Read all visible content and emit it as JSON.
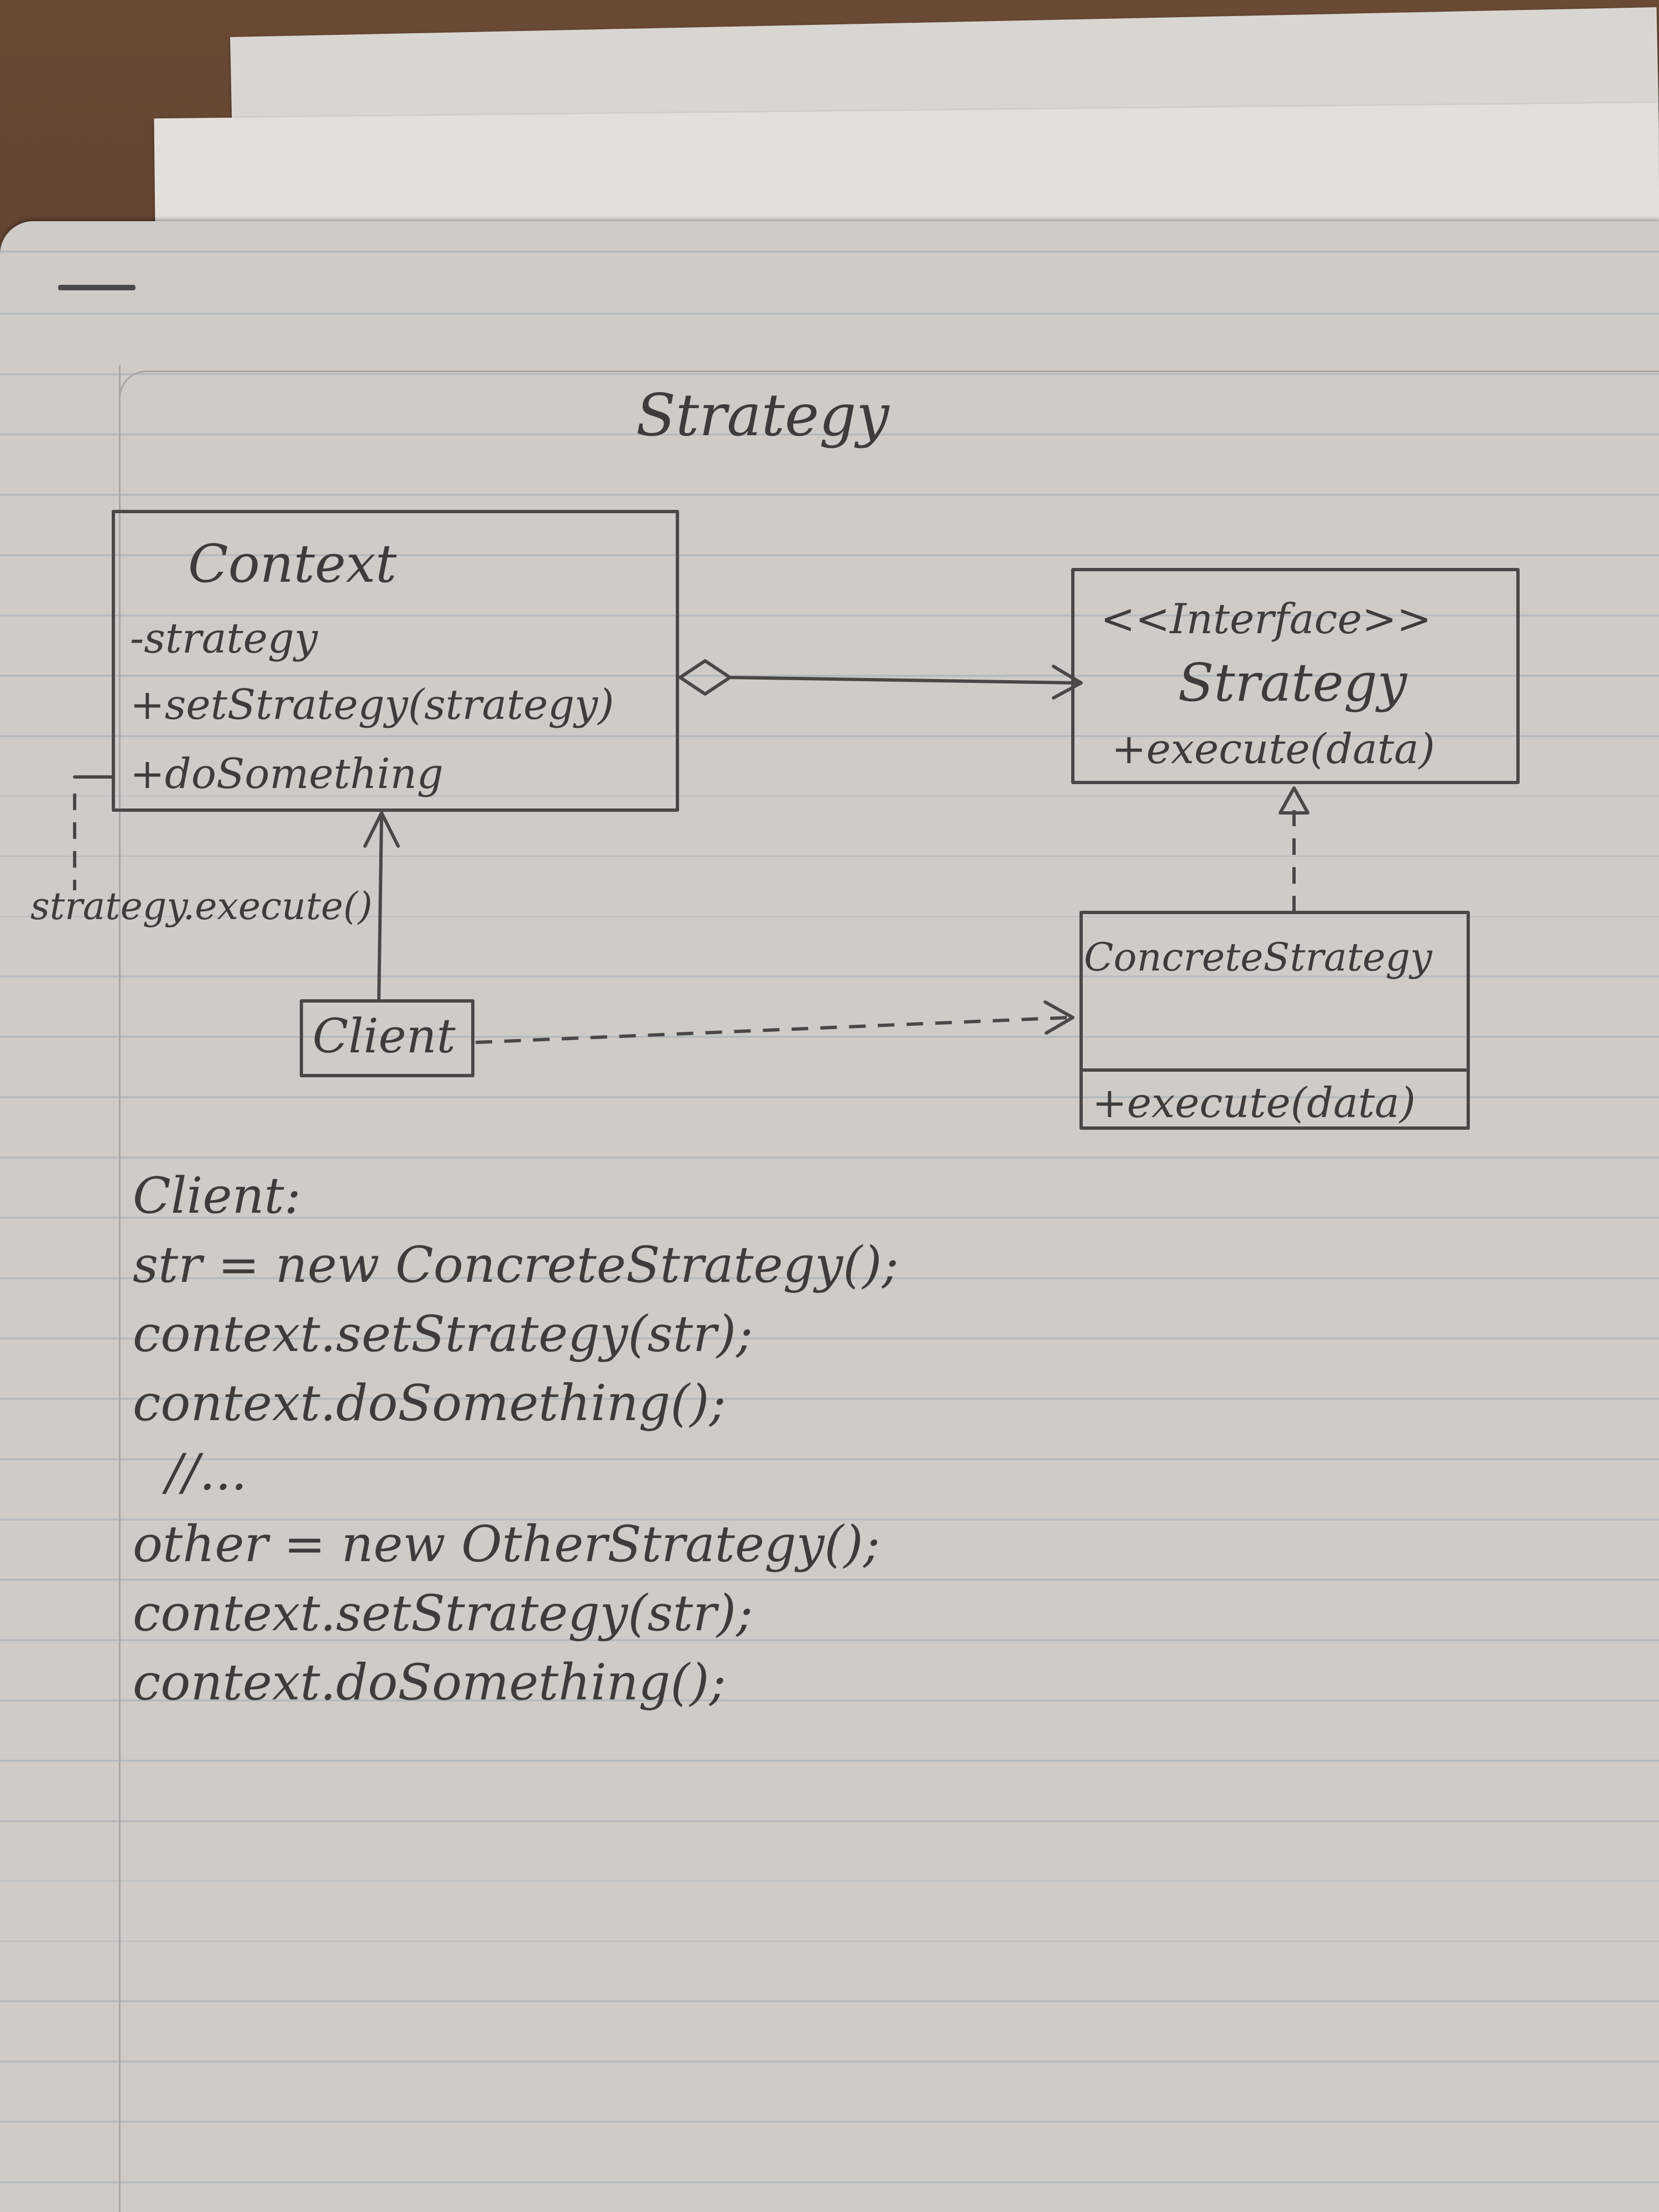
{
  "diagram": {
    "title": "Strategy",
    "context": {
      "name": "Context",
      "members": [
        "-strategy",
        "+setStrategy(strategy)",
        "+doSomething"
      ]
    },
    "strategy_interface": {
      "stereotype": "<<Interface>>",
      "name": "Strategy",
      "members": [
        "+execute(data)"
      ]
    },
    "concrete_strategy": {
      "name": "ConcreteStrategy",
      "members": [
        "+execute(data)"
      ]
    },
    "client": {
      "name": "Client"
    },
    "note": "strategy.execute()"
  },
  "code": {
    "heading": "Client:",
    "lines": [
      "str = new ConcreteStrategy();",
      "context.setStrategy(str);",
      "context.doSomething();",
      "//...",
      "other = new OtherStrategy();",
      "context.setStrategy(str);",
      "context.doSomething();"
    ]
  }
}
